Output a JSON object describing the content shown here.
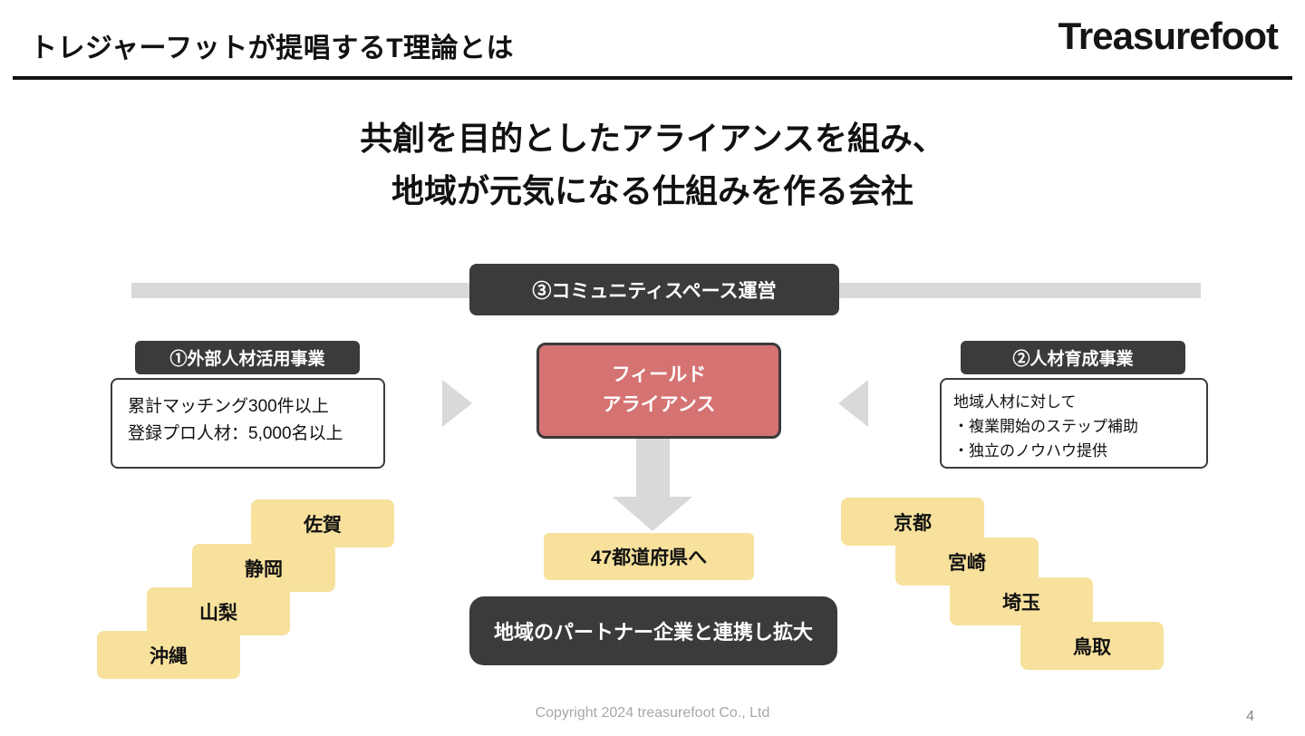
{
  "header": {
    "title": "トレジャーフットが提唱するT理論とは",
    "logo": "Treasurefoot"
  },
  "headline": {
    "line1": "共創を目的としたアライアンスを組み、",
    "line2": "地域が元気になる仕組みを作る会社"
  },
  "diagram": {
    "top_banner": "③コミュニティスペース運営",
    "left": {
      "badge": "①外部人材活用事業",
      "lines": [
        "累計マッチング300件以上",
        "登録プロ人材：5,000名以上"
      ]
    },
    "right": {
      "badge": "②人材育成事業",
      "lines": [
        "地域人材に対して",
        "・複業開始のステップ補助",
        "・独立のノウハウ提供"
      ]
    },
    "center": {
      "line1": "フィールド",
      "line2": "アライアンス"
    },
    "expansion": "47都道府県へ",
    "bottom_banner": "地域のパートナー企業と連携し拡大",
    "left_prefectures": [
      "佐賀",
      "静岡",
      "山梨",
      "沖縄"
    ],
    "right_prefectures": [
      "京都",
      "宮崎",
      "埼玉",
      "鳥取"
    ]
  },
  "footer": {
    "copyright": "Copyright 2024 treasurefoot Co., Ltd",
    "page_number": "4"
  },
  "theme": {
    "dark": "#3b3b3b",
    "red": "#d57373",
    "yellow": "#f7e19c",
    "arrow_gray": "#d9d9d9",
    "text": "#111111",
    "muted": "#a8a8a8"
  }
}
